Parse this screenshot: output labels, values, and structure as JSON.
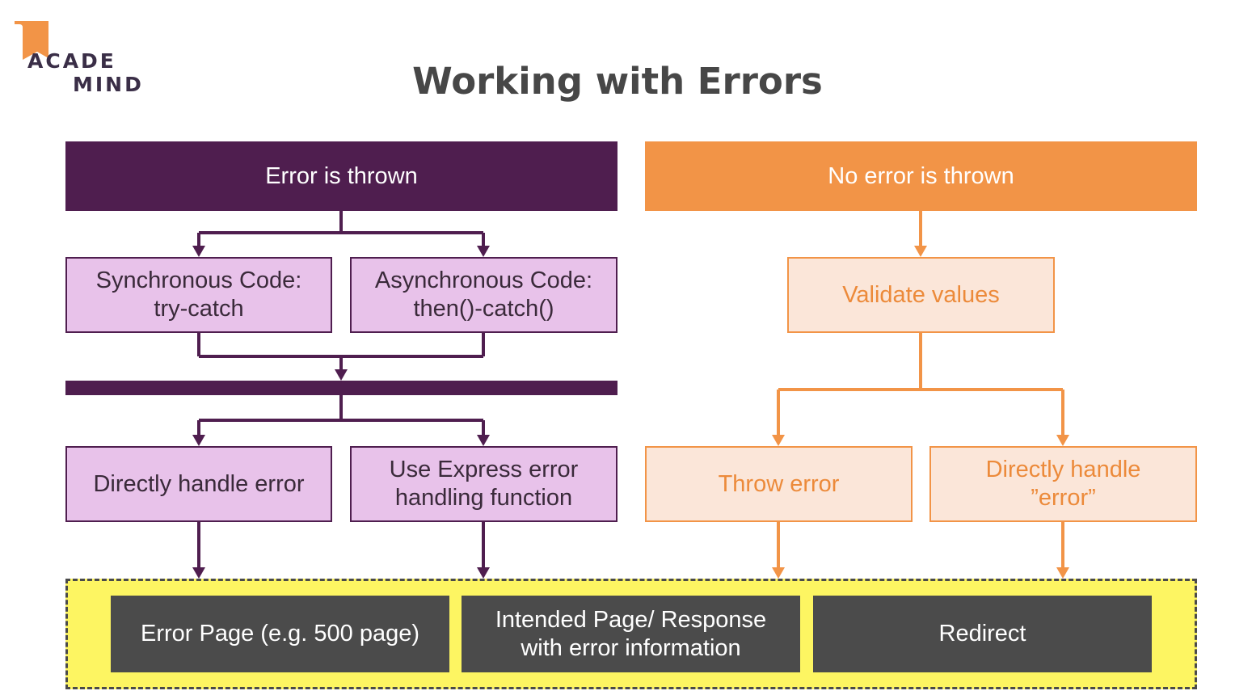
{
  "logo": {
    "line1": "ACADE",
    "line2": "MIND",
    "brand_color": "#f29447"
  },
  "title": "Working with Errors",
  "colors": {
    "purple": "#4f1e4f",
    "light_purple": "#e8c2ea",
    "orange": "#f29447",
    "light_orange": "#fbe6d9",
    "yellow": "#fdf562",
    "dark_gray": "#4b4b4b"
  },
  "left": {
    "header": "Error is thrown",
    "sync_box": "Synchronous Code:\ntry-catch",
    "async_box": "Asynchronous Code:\nthen()-catch()",
    "direct_box": "Directly handle error",
    "express_box": "Use Express error\nhandling function"
  },
  "right": {
    "header": "No error is thrown",
    "validate_box": "Validate values",
    "throw_box": "Throw error",
    "direct_box": "Directly handle\n”error”"
  },
  "results": {
    "error_page": "Error Page (e.g. 500 page)",
    "intended_page": "Intended Page/ Response\nwith error information",
    "redirect": "Redirect"
  }
}
